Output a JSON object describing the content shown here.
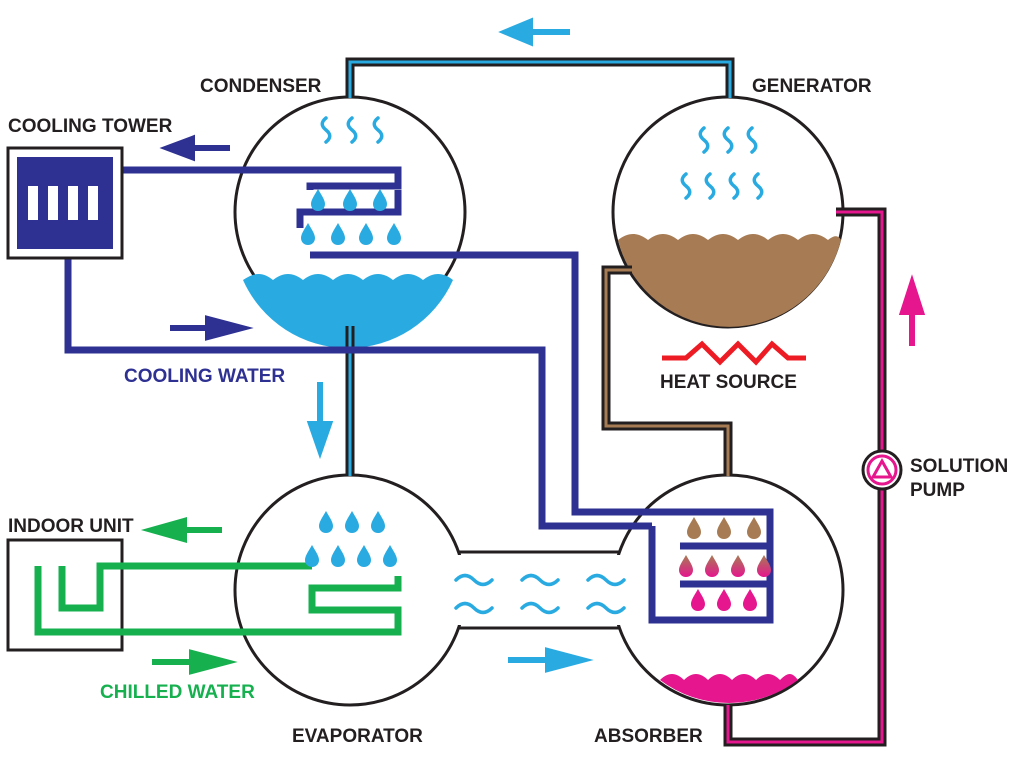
{
  "labels": {
    "condenser": "CONDENSER",
    "generator": "GENERATOR",
    "cooling_tower": "COOLING TOWER",
    "cooling_water": "COOLING WATER",
    "heat_source": "HEAT SOURCE",
    "solution_pump_line1": "SOLUTION",
    "solution_pump_line2": "PUMP",
    "indoor_unit": "INDOOR UNIT",
    "chilled_water": "CHILLED WATER",
    "evaporator": "EVAPORATOR",
    "absorber": "ABSORBER"
  },
  "colors": {
    "outline": "#231f20",
    "cooling_water": "#2e3192",
    "vapor": "#29abe2",
    "chilled_water": "#16b04f",
    "strong_solution": "#a77c54",
    "weak_solution": "#e5168e",
    "heat": "#ed1c24"
  }
}
